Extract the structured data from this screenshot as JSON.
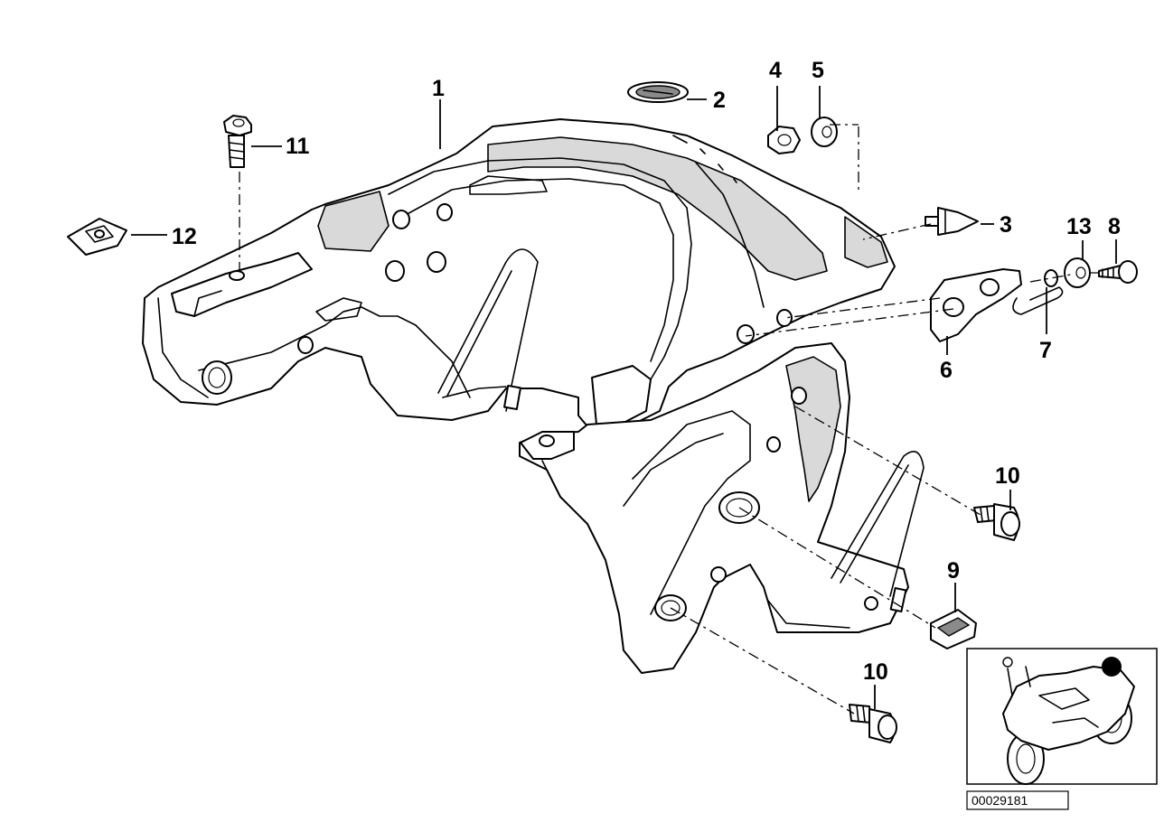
{
  "callouts": {
    "c1": "1",
    "c2": "2",
    "c3": "3",
    "c4": "4",
    "c5": "5",
    "c6": "6",
    "c7": "7",
    "c8": "8",
    "c9": "9",
    "c10a": "10",
    "c10b": "10",
    "c11": "11",
    "c12": "12",
    "c13": "13"
  },
  "reference_number": "00029181",
  "colors": {
    "line": "#000000",
    "fill": "#ffffff",
    "shade": "#d9d9d9"
  }
}
